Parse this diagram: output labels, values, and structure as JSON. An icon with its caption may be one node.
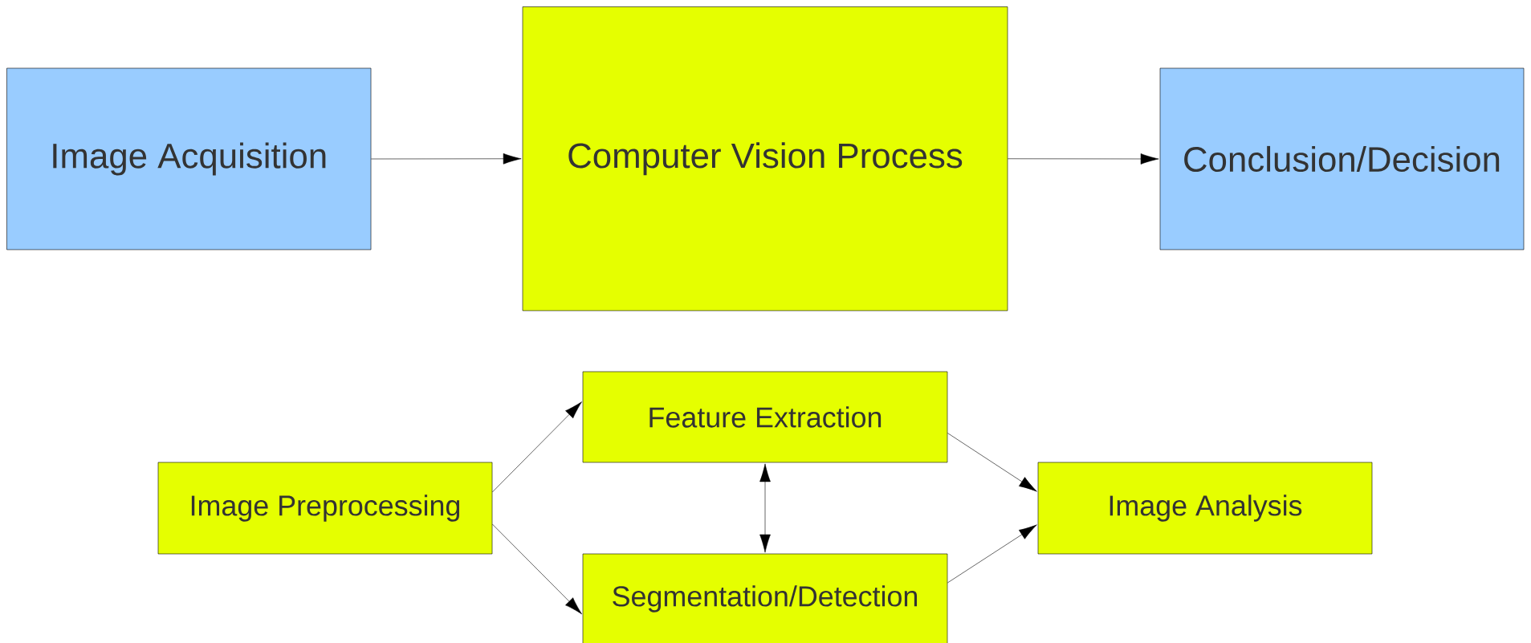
{
  "diagram": {
    "nodes": [
      {
        "text": [
          "Image Acquisition"
        ]
      },
      {
        "text": [
          "Computer Vision Process"
        ]
      },
      {
        "text": [
          "Conclusion/Decision"
        ]
      },
      {
        "text": [
          "Image Preprocessing"
        ]
      },
      {
        "text": [
          "Feature Extraction"
        ]
      },
      {
        "text": [
          "Segmentation/Detection"
        ]
      },
      {
        "text": [
          "Image Analysis"
        ]
      }
    ],
    "edges": [
      {
        "from": 0,
        "to": 1,
        "arrow": "to"
      },
      {
        "from": 1,
        "to": 2,
        "arrow": "to"
      },
      {
        "from": 3,
        "to": 4,
        "arrow": "to"
      },
      {
        "from": 3,
        "to": 5,
        "arrow": "to"
      },
      {
        "from": 4,
        "to": 6,
        "arrow": "to"
      },
      {
        "from": 5,
        "to": 6,
        "arrow": "to"
      },
      {
        "from": 4,
        "to": 5,
        "arrow": "both"
      }
    ]
  }
}
